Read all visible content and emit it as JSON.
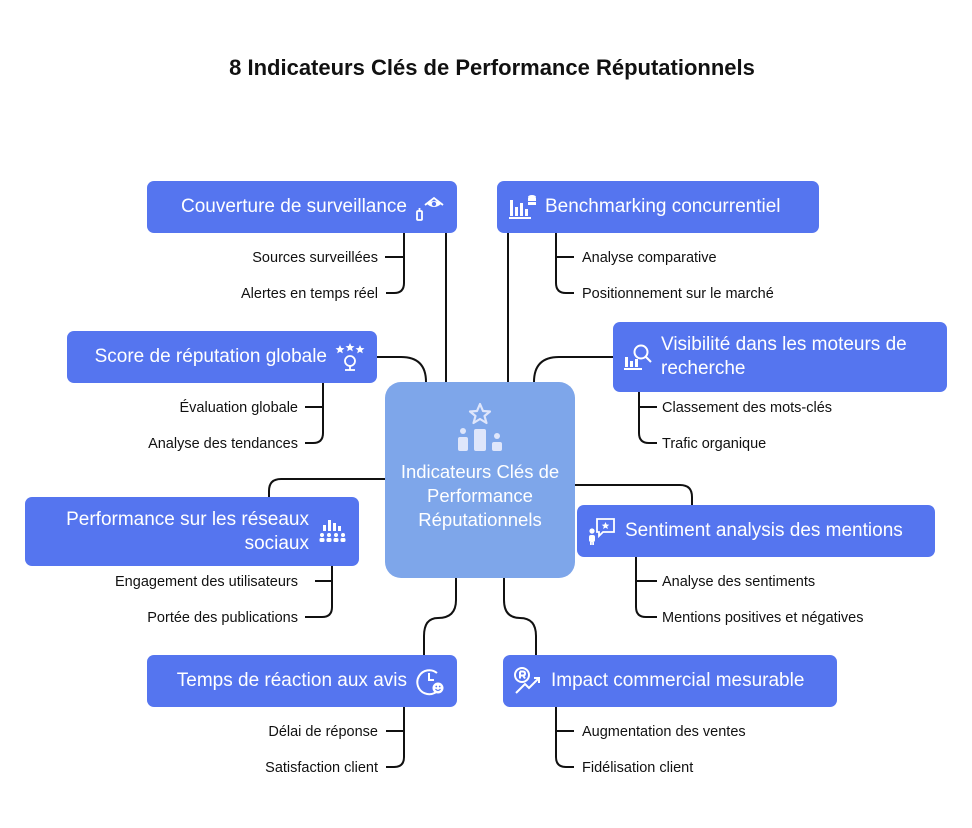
{
  "title": "8 Indicateurs Clés de Performance Réputationnels",
  "center": {
    "label": "Indicateurs Clés de Performance Réputationnels",
    "icon": "podium-star-icon"
  },
  "branches": [
    {
      "label": "Couverture de surveillance",
      "icon": "monitoring-eye-icon",
      "items": [
        "Sources surveillées",
        "Alertes en temps réel"
      ]
    },
    {
      "label": "Benchmarking concurrentiel",
      "icon": "benchmark-chart-icon",
      "items": [
        "Analyse comparative",
        "Positionnement sur le marché"
      ]
    },
    {
      "label": "Score de réputation globale",
      "icon": "stars-rating-icon",
      "items": [
        "Évaluation globale",
        "Analyse des tendances"
      ]
    },
    {
      "label": "Visibilité dans les moteurs de recherche",
      "icon": "search-chart-icon",
      "items": [
        "Classement des mots-clés",
        "Trafic organique"
      ]
    },
    {
      "label": "Performance sur les réseaux sociaux",
      "icon": "social-audience-icon",
      "items": [
        "Engagement des utilisateurs",
        "Portée des publications"
      ]
    },
    {
      "label": "Sentiment analysis des mentions",
      "icon": "sentiment-speech-icon",
      "items": [
        "Analyse des sentiments",
        "Mentions positives et négatives"
      ]
    },
    {
      "label": "Temps de réaction aux avis",
      "icon": "clock-smile-icon",
      "items": [
        "Délai de réponse",
        "Satisfaction client"
      ]
    },
    {
      "label": "Impact commercial mesurable",
      "icon": "growth-coin-icon",
      "items": [
        "Augmentation des ventes",
        "Fidélisation client"
      ]
    }
  ],
  "colors": {
    "node": "#5575ef",
    "center": "#7ea6ea",
    "connector": "#111111"
  }
}
